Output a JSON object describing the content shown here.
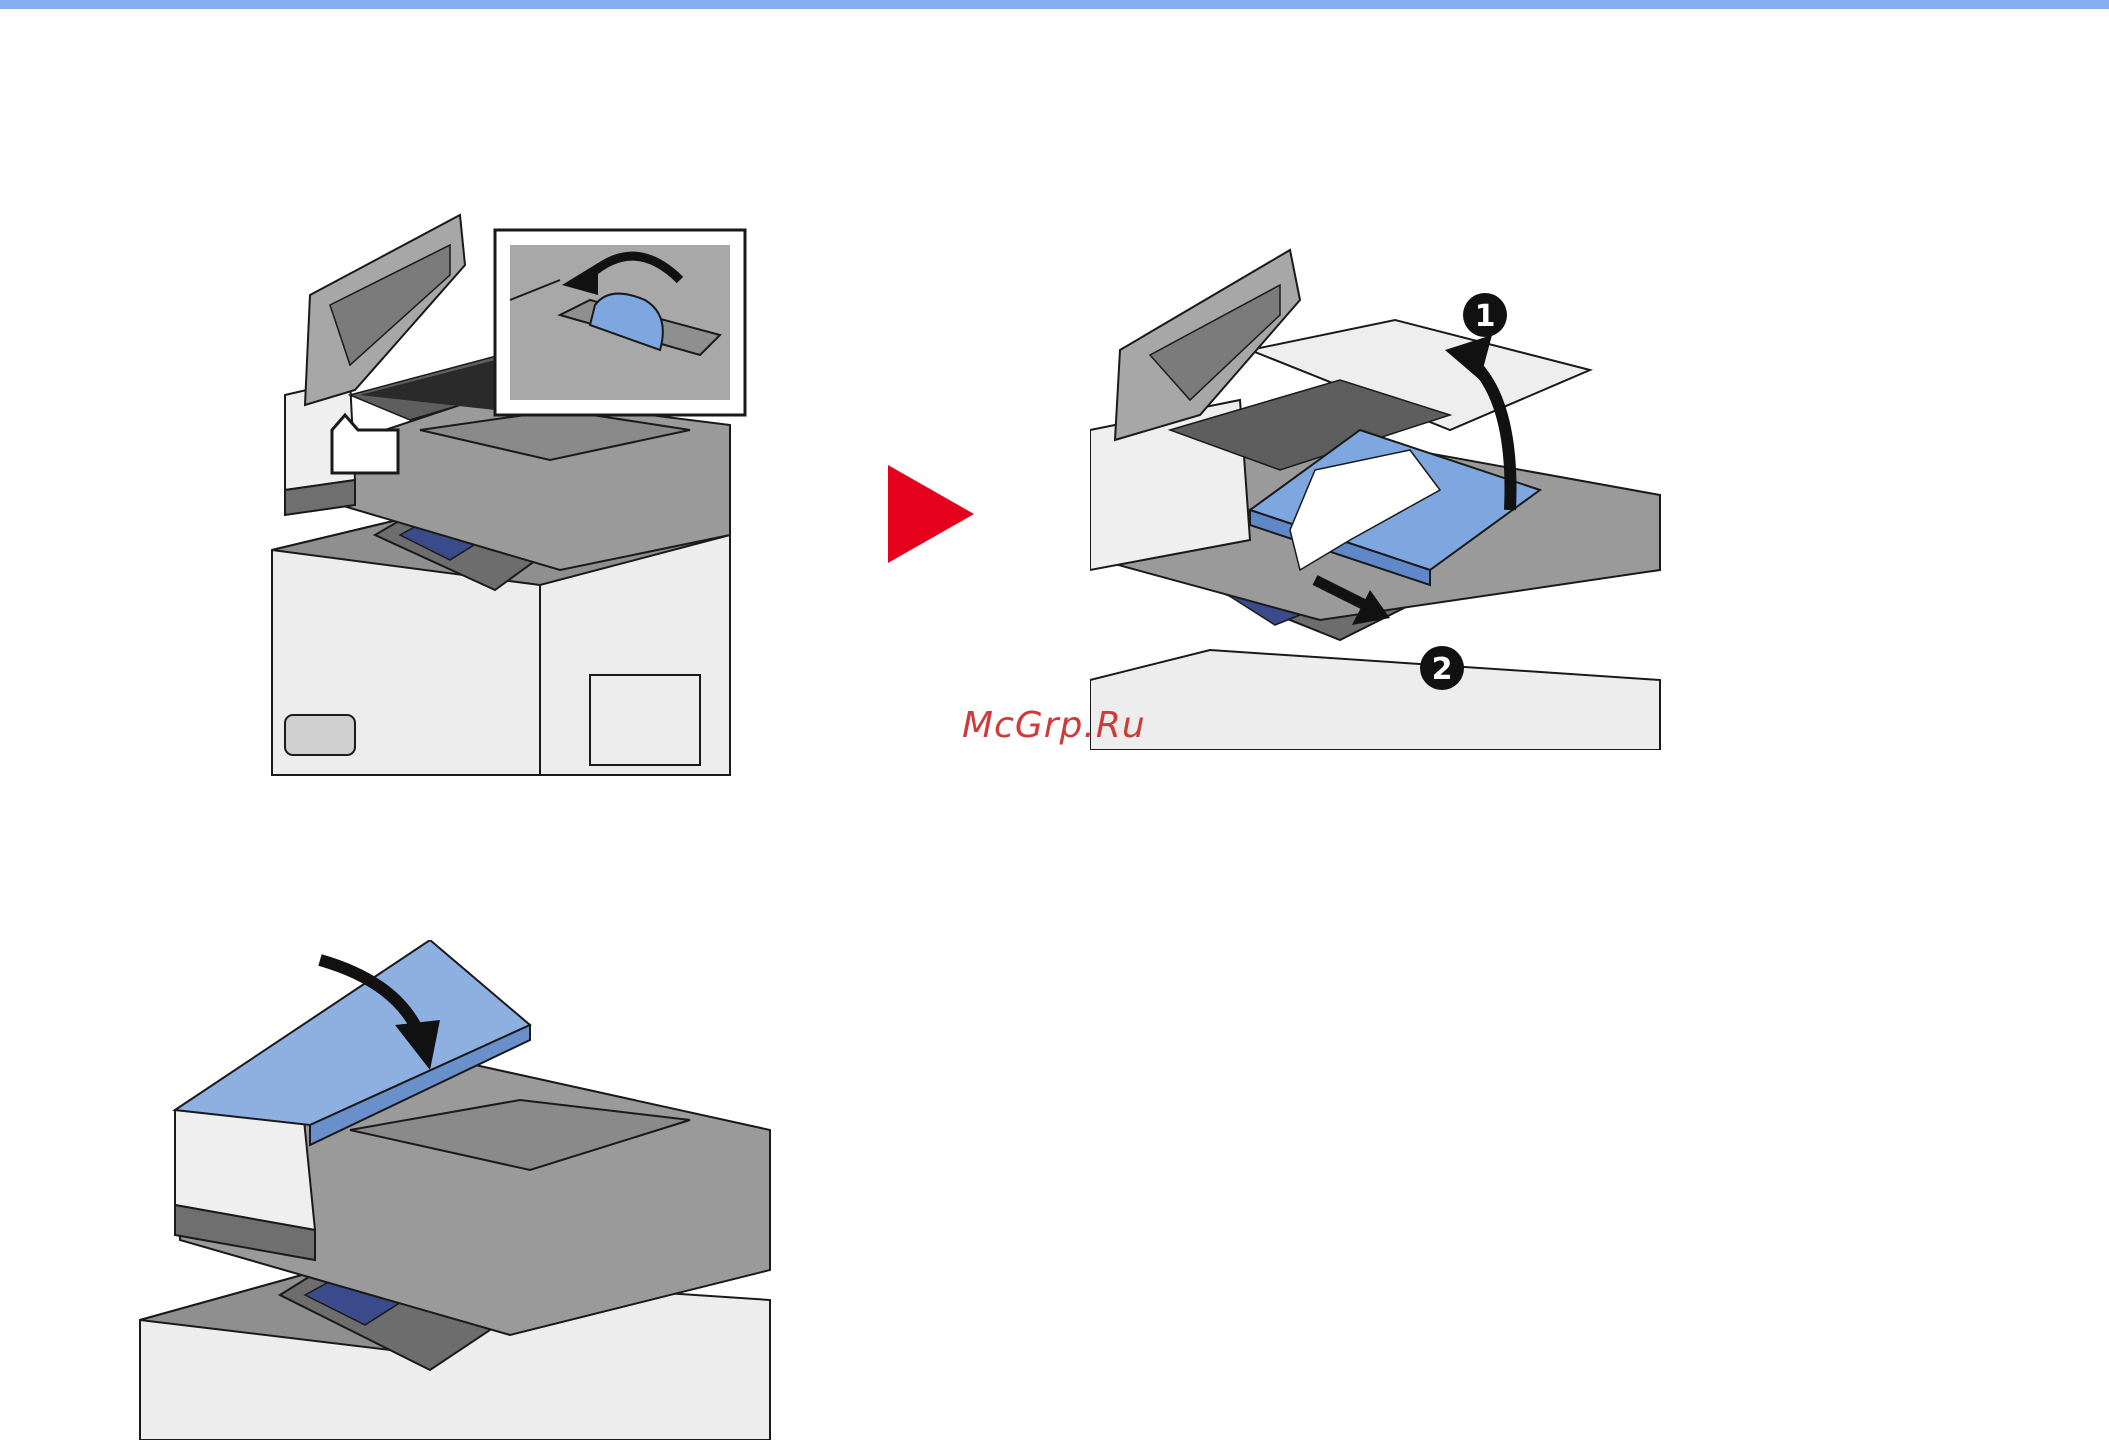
{
  "colors": {
    "top_rule": "#86aef0",
    "accent_blue": "#7ea6df",
    "step_arrow": "#e5001c",
    "watermark": "#d03a3a",
    "body_gray": "#8a8a8a",
    "light_gray": "#e8e8e8",
    "outline": "#1a1a1a"
  },
  "watermark_text": "McGrp.Ru",
  "callouts": {
    "one": "1",
    "two": "2"
  },
  "icons": {
    "next_step": "triangle-right-icon",
    "rotate": "curved-arrow-icon"
  }
}
